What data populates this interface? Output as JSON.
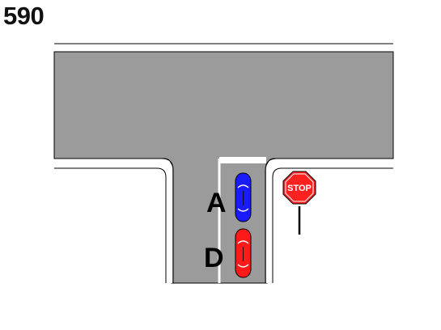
{
  "question_number": "590",
  "cars": [
    {
      "label": "A",
      "color": "#1a1aff"
    },
    {
      "label": "D",
      "color": "#ff1a1a"
    }
  ],
  "stop_sign": {
    "text": "STOP",
    "color": "#ff2020"
  },
  "colors": {
    "road": "#9b9b9b",
    "curb": "#ffffff",
    "outline": "#000000",
    "stop_line": "#ffffff"
  }
}
